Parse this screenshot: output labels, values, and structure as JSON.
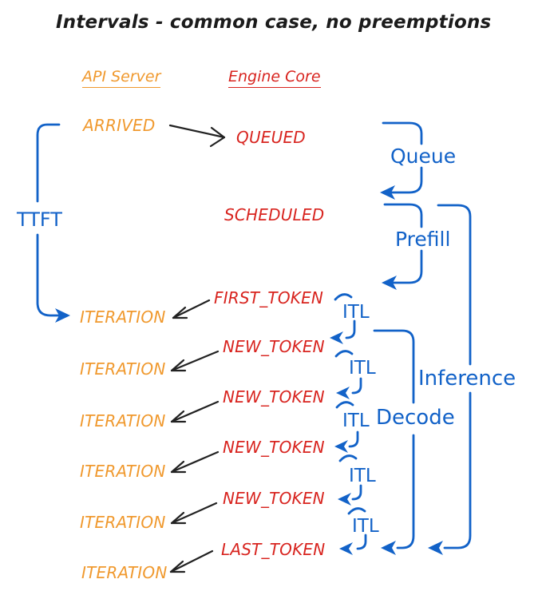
{
  "title": "Intervals - common case, no preemptions",
  "columns": {
    "api_server": "API Server",
    "engine_core": "Engine Core"
  },
  "events": {
    "arrived": "ARRIVED",
    "queued": "QUEUED",
    "scheduled": "SCHEDULED",
    "first_token": "FIRST_TOKEN",
    "new_token": "NEW_TOKEN",
    "last_token": "LAST_TOKEN",
    "iteration": "ITERATION"
  },
  "intervals": {
    "ttft": "TTFT",
    "queue": "Queue",
    "prefill": "Prefill",
    "itl": "ITL",
    "decode": "Decode",
    "inference": "Inference"
  },
  "colors": {
    "api_server_text": "#F0992E",
    "engine_core_text": "#D8241F",
    "interval_text": "#1262C8",
    "black_arrows": "#222222",
    "background": "#FFFFFF"
  }
}
